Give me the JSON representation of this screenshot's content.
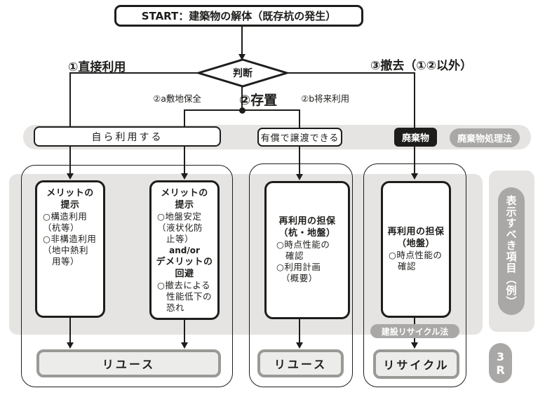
{
  "start": {
    "label": "START：建築物の解体（既存杭の発生）"
  },
  "decision": {
    "label": "判断"
  },
  "branches": {
    "direct_use": "①直接利用",
    "preserve": "②存置",
    "preserve_site": "②a敷地保全",
    "preserve_future": "②b将来利用",
    "removal": "③撤去（①②以外）"
  },
  "band": {
    "self_use": "自ら利用する",
    "paid_transfer": "有償で譲渡できる",
    "waste": "廃棄物",
    "waste_law": "廃棄物処理法"
  },
  "columns": [
    {
      "title": "メリットの\n提示",
      "body": "○構造利用\n（杭等）\n○非構造利用\n（地中熱利\n　用等）"
    },
    {
      "title": "メリットの\n提示",
      "body": "○地盤安定\n（液状化防\n　止等）",
      "connector": "and/or",
      "title2": "デメリットの\n回避",
      "body2": "○撤去による\n　性能低下の\n　恐れ"
    },
    {
      "title": "再利用の担保\n（杭・地盤）",
      "body": "○時点性能の\n　確認\n○利用計画\n　（概要）"
    },
    {
      "title": "再利用の担保\n（地盤）",
      "body": "○時点性能の\n　確認"
    }
  ],
  "results": {
    "reuse_1": "リユース",
    "reuse_2": "リユース",
    "recycle": "リサイクル"
  },
  "pills": {
    "construction_recycle_law": "建設リサイクル法",
    "display_items": "表示すべき項目（例）",
    "three_r": "3R"
  },
  "colors": {
    "panel_gray": "#e5e4e2",
    "pill_gray": "#a9a8a6",
    "line_black": "#1d1d1b",
    "result_fill": "#ececea",
    "result_border": "#9a9996"
  }
}
